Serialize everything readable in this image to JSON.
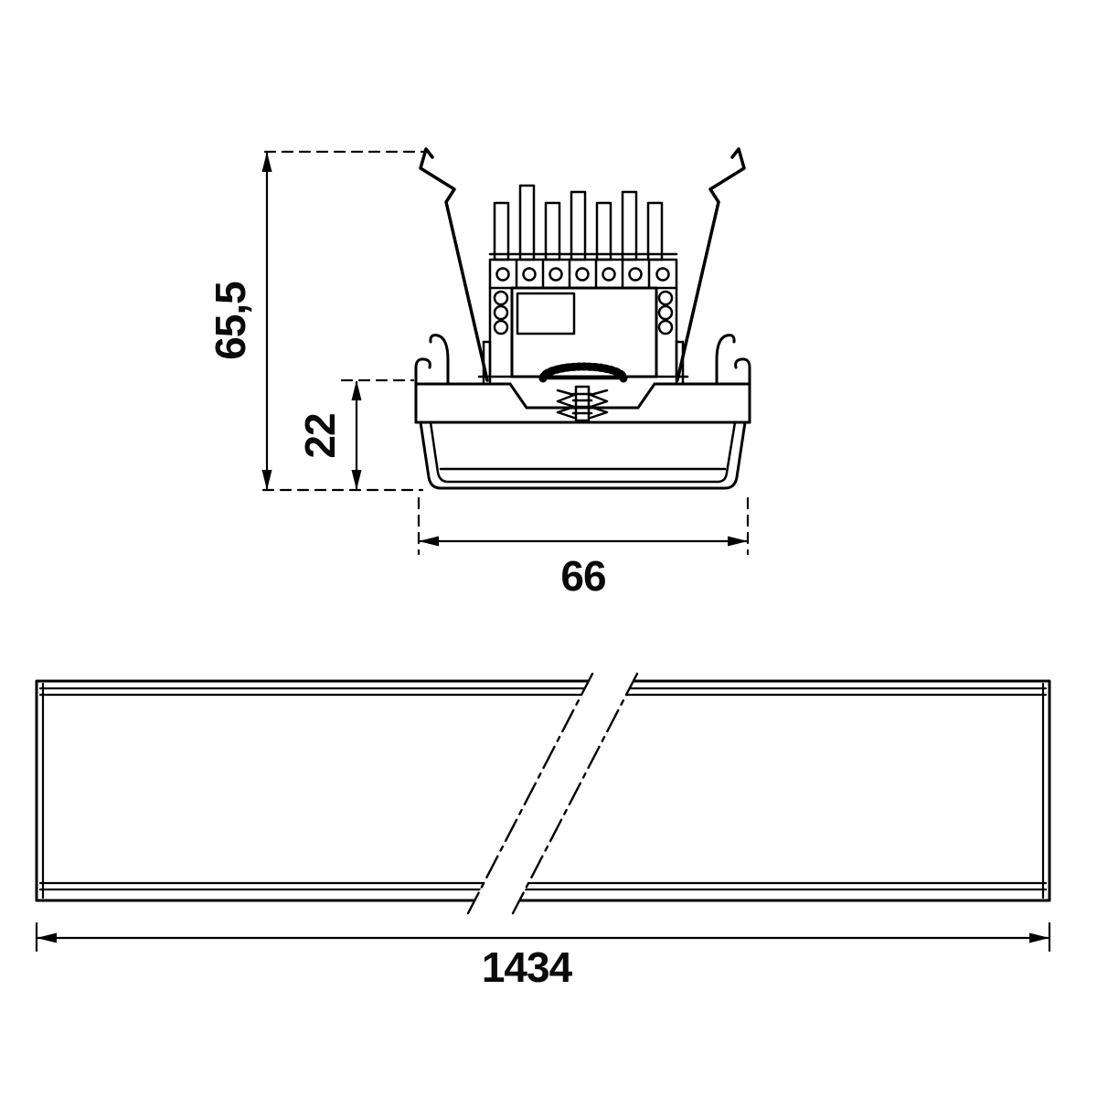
{
  "colors": {
    "line": "#000000",
    "background": "#ffffff"
  },
  "cross_section": {
    "dimensions": {
      "total_height": "65,5",
      "recess_depth": "22",
      "width": "66"
    }
  },
  "side_view": {
    "dimensions": {
      "length": "1434"
    }
  }
}
